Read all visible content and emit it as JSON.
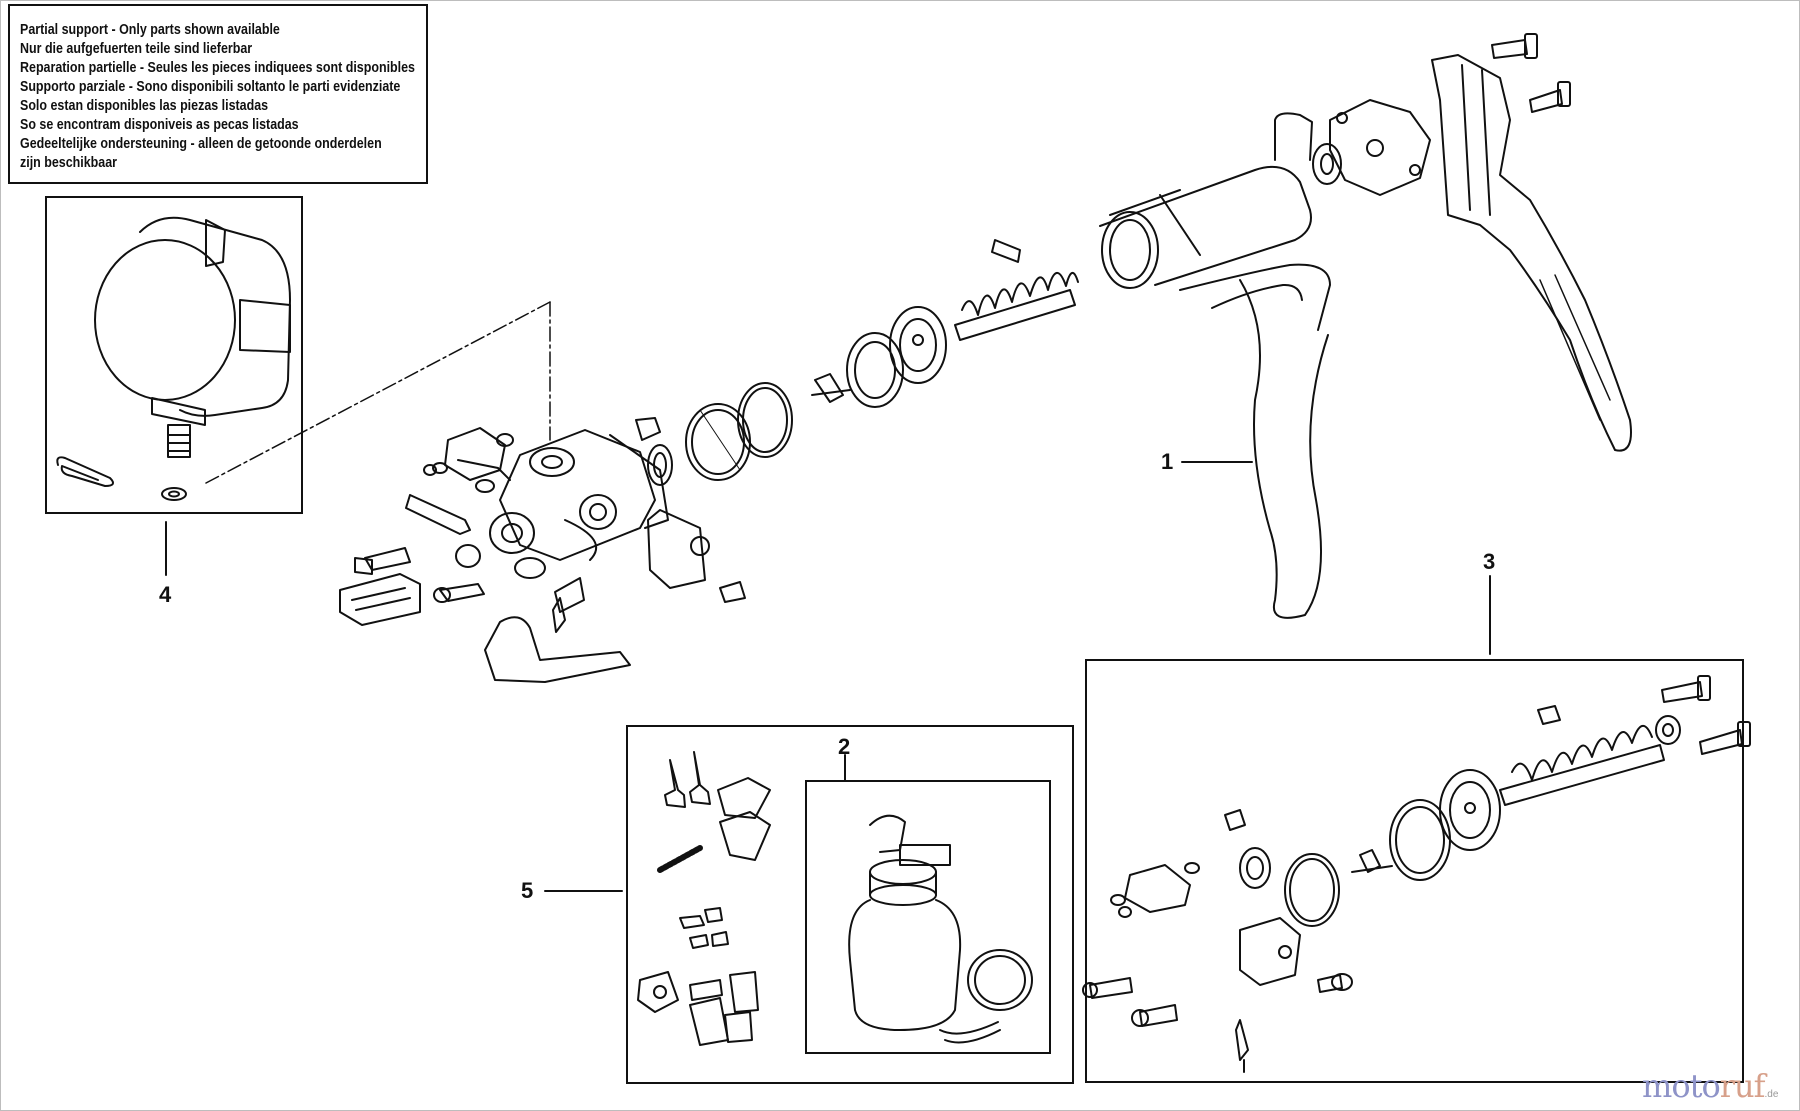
{
  "notice": {
    "lines": [
      "Partial support - Only parts shown available",
      "Nur die aufgefuerten teile sind lieferbar",
      "Reparation partielle - Seules les pieces indiquees sont disponibles",
      "Supporto parziale - Sono disponibili soltanto le parti evidenziate",
      "Solo estan disponibles las piezas listadas",
      "So se encontram disponiveis as pecas listadas",
      "Gedeeltelijke ondersteuning - alleen de getoonde onderdelen",
      "zijn beschikbaar"
    ]
  },
  "callouts": {
    "c1": "1",
    "c2": "2",
    "c3": "3",
    "c4": "4",
    "c5": "5"
  },
  "watermark": {
    "text_a": "moto",
    "text_b": "ruf",
    "suffix": ".de"
  }
}
